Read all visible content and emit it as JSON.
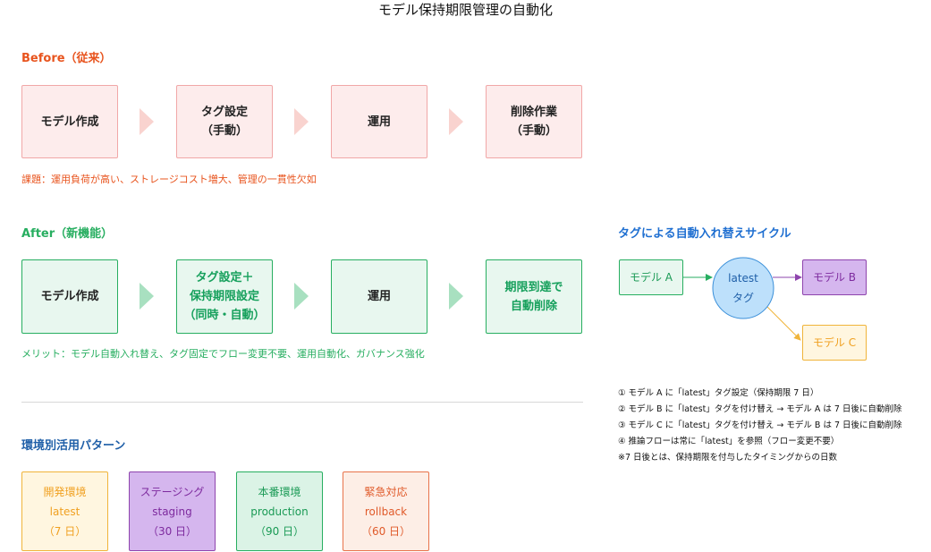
{
  "title": "モデル保持期限管理の自動化",
  "before": {
    "heading": "Before（従来）",
    "steps": [
      {
        "line1": "モデル作成",
        "line2": ""
      },
      {
        "line1": "タグ設定",
        "line2": "（手動）"
      },
      {
        "line1": "運用",
        "line2": ""
      },
      {
        "line1": "削除作業",
        "line2": "（手動）"
      }
    ],
    "issue": "課題：運用負荷が高い、ストレージコスト増大、管理の一貫性欠如"
  },
  "after": {
    "heading": "After（新機能）",
    "steps": [
      {
        "line1": "モデル作成",
        "line2": "",
        "line3": ""
      },
      {
        "line1": "タグ設定＋",
        "line2": "保持期限設定",
        "line3": "（同時・自動）"
      },
      {
        "line1": "運用",
        "line2": "",
        "line3": ""
      },
      {
        "line1": "期限到達で",
        "line2": "自動削除",
        "line3": ""
      }
    ],
    "merit": "メリット：モデル自動入れ替え、タグ固定でフロー変更不要、運用自動化、ガバナンス強化"
  },
  "environments": {
    "heading": "環境別活用パターン",
    "items": [
      {
        "name": "開発環境",
        "tag": "latest",
        "days": "（7 日）",
        "bg": "#fff6e0",
        "border": "#f0b43a",
        "text": "#f0a020"
      },
      {
        "name": "ステージング",
        "tag": "staging",
        "days": "（30 日）",
        "bg": "#d5b6ee",
        "border": "#8e44ad",
        "text": "#7d2a9e"
      },
      {
        "name": "本番環境",
        "tag": "production",
        "days": "（90 日）",
        "bg": "#dbf3e6",
        "border": "#27ae60",
        "text": "#1a9a55"
      },
      {
        "name": "緊急対応",
        "tag": "rollback",
        "days": "（60 日）",
        "bg": "#fdeee6",
        "border": "#e8734a",
        "text": "#e05a2a"
      }
    ]
  },
  "cycle": {
    "heading": "タグによる自動入れ替えサイクル",
    "model_a": "モデル A",
    "tag_line1": "latest",
    "tag_line2": "タグ",
    "model_b": "モデル B",
    "model_c": "モデル C",
    "notes": [
      "① モデル A に「latest」タグ設定（保持期限 7 日）",
      "② モデル B に「latest」タグを付け替え → モデル A は 7 日後に自動削除",
      "③ モデル C に「latest」タグを付け替え → モデル B は 7 日後に自動削除",
      "④ 推論フローは常に「latest」を参照（フロー変更不要）",
      "※7 日後とは、保持期限を付与したタイミングからの日数"
    ]
  },
  "colors": {
    "before_accent": "#e8541e",
    "after_accent": "#27ae60",
    "cycle_accent": "#1f6fd1",
    "env_heading": "#1f5fa8"
  }
}
